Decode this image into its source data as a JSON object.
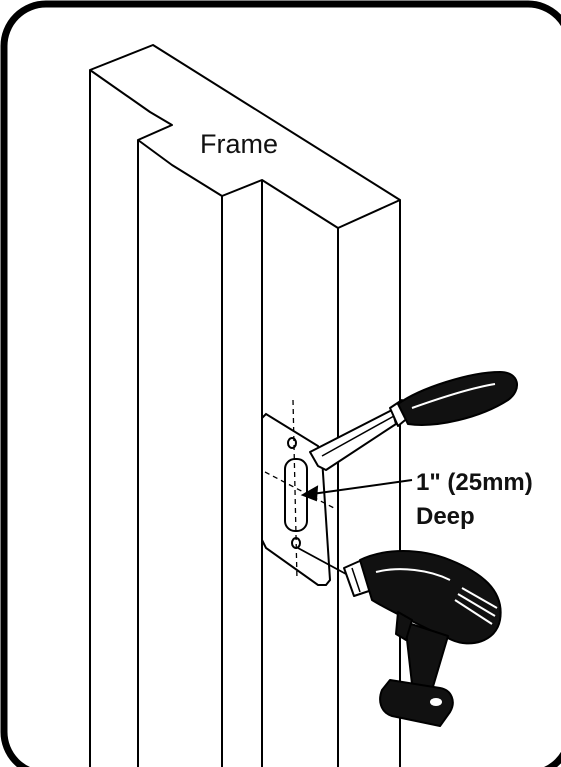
{
  "labels": {
    "frame": "Frame",
    "depth_line1": "1\" (25mm)",
    "depth_line2": "Deep"
  },
  "icons": {
    "chisel": "chisel-icon",
    "drill": "drill-icon"
  }
}
